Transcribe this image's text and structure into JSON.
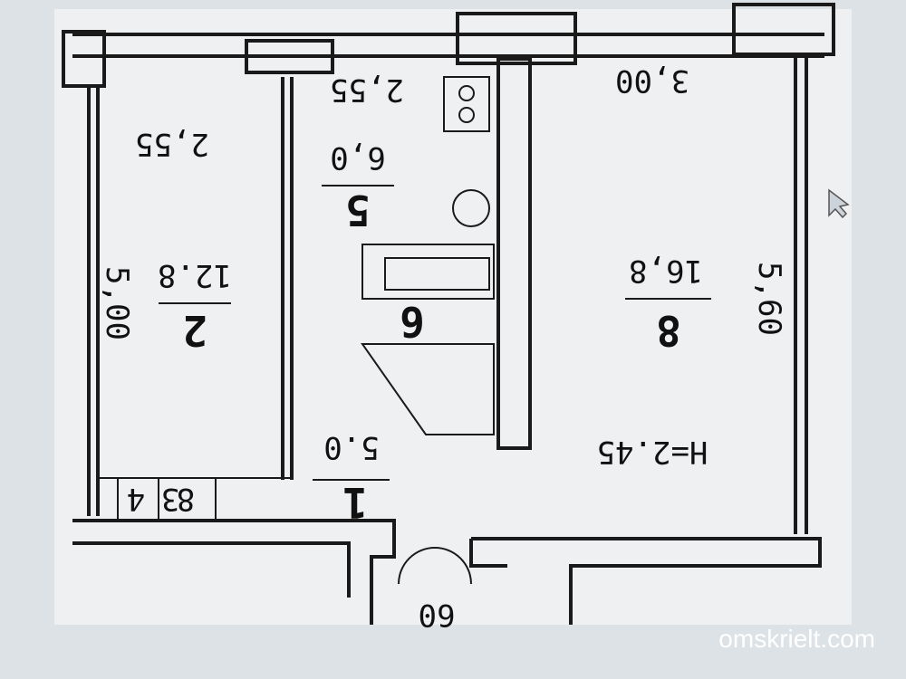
{
  "rooms": [
    {
      "number": "2",
      "area": "12.8",
      "width": "2,55",
      "length": "5,00"
    },
    {
      "number": "5",
      "area": "6,0",
      "width": "2,55"
    },
    {
      "number": "8",
      "area": "16,8",
      "width": "3,00",
      "length": "5,60"
    },
    {
      "number": "1",
      "area": "5.0"
    },
    {
      "number": "6"
    },
    {
      "number": "4"
    },
    {
      "number": "3"
    },
    {
      "number": "8"
    }
  ],
  "ceiling_height": "H=2.45",
  "partial_label": "60",
  "watermark": "omskrielt.com"
}
